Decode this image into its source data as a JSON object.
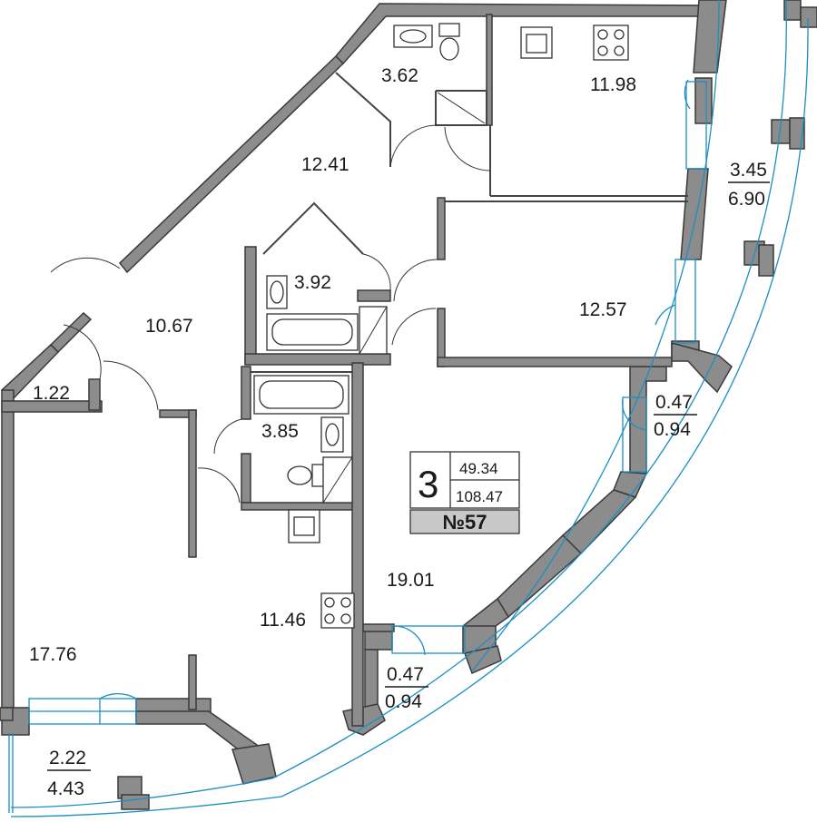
{
  "rooms": [
    {
      "id": "wc-top",
      "area": "3.62"
    },
    {
      "id": "kitchen-top",
      "area": "11.98"
    },
    {
      "id": "hall-top",
      "area": "12.41"
    },
    {
      "id": "bath-mid",
      "area": "3.92"
    },
    {
      "id": "hall-left",
      "area": "10.67"
    },
    {
      "id": "bedroom-right",
      "area": "12.57"
    },
    {
      "id": "closet",
      "area": "1.22"
    },
    {
      "id": "bath-lower",
      "area": "3.85"
    },
    {
      "id": "living-room",
      "area": "19.01"
    },
    {
      "id": "kitchen-lower",
      "area": "11.46"
    },
    {
      "id": "bedroom-left",
      "area": "17.76"
    }
  ],
  "balconies": [
    {
      "id": "balcony-right",
      "num": "3.45",
      "den": "6.90"
    },
    {
      "id": "loggia-right-small",
      "num": "0.47",
      "den": "0.94"
    },
    {
      "id": "loggia-bottom-small",
      "num": "0.47",
      "den": "0.94"
    },
    {
      "id": "balcony-bottom-left",
      "num": "2.22",
      "den": "4.43"
    }
  ],
  "apartment": {
    "rooms_count": "3",
    "living_area": "49.34",
    "total_area": "108.47",
    "number": "№57"
  },
  "colors": {
    "wall": "#8c8c8c",
    "glass": "#1b8fc4",
    "badge": "#c8c8c8"
  }
}
